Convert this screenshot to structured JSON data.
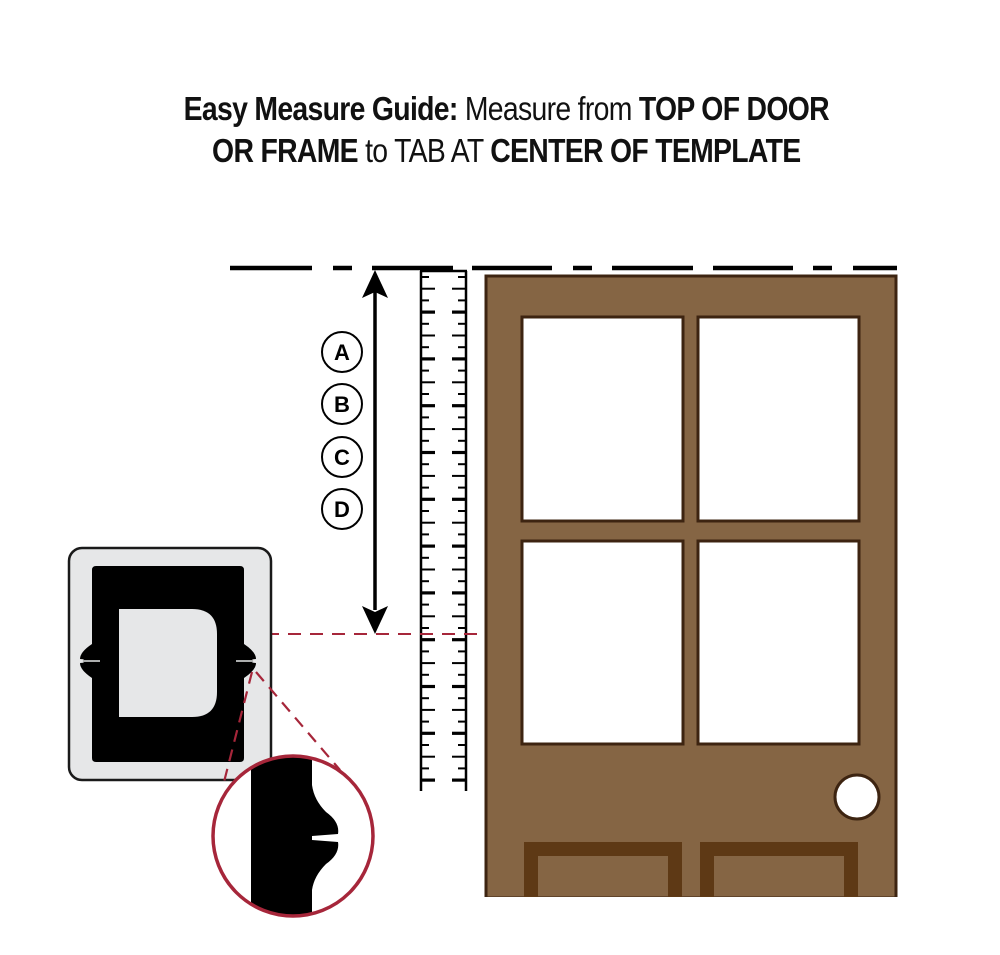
{
  "title": {
    "line1": [
      {
        "text": "Easy Measure Guide:",
        "bold": true
      },
      {
        "text": " Measure from ",
        "bold": false
      },
      {
        "text": "TOP OF DOOR",
        "bold": true
      }
    ],
    "line2": [
      {
        "text": "OR FRAME",
        "bold": true
      },
      {
        "text": " to TAB AT ",
        "bold": false
      },
      {
        "text": "CENTER OF TEMPLATE",
        "bold": true
      }
    ],
    "line1_a": "Easy Measure Guide:",
    "line1_b": " Measure from ",
    "line1_c": "TOP OF DOOR",
    "line2_a": "OR FRAME",
    "line2_b": " to TAB AT ",
    "line2_c": "CENTER OF TEMPLATE"
  },
  "measurement_labels": [
    "A",
    "B",
    "C",
    "D"
  ],
  "elements": {
    "reference_line": "top-of-door-dashed-line",
    "arrow": "measurement-double-arrow",
    "ruler": "tape-measure",
    "door": "six-panel-glass-door",
    "template": "mounting-template",
    "magnifier": "tab-detail-magnifier"
  },
  "colors": {
    "door_fill": "#856544",
    "door_border": "#3d2411",
    "panel_frame": "#5e3915",
    "accent_red": "#a6263a",
    "template_fill": "#e6e7e8",
    "ink": "#000000"
  }
}
